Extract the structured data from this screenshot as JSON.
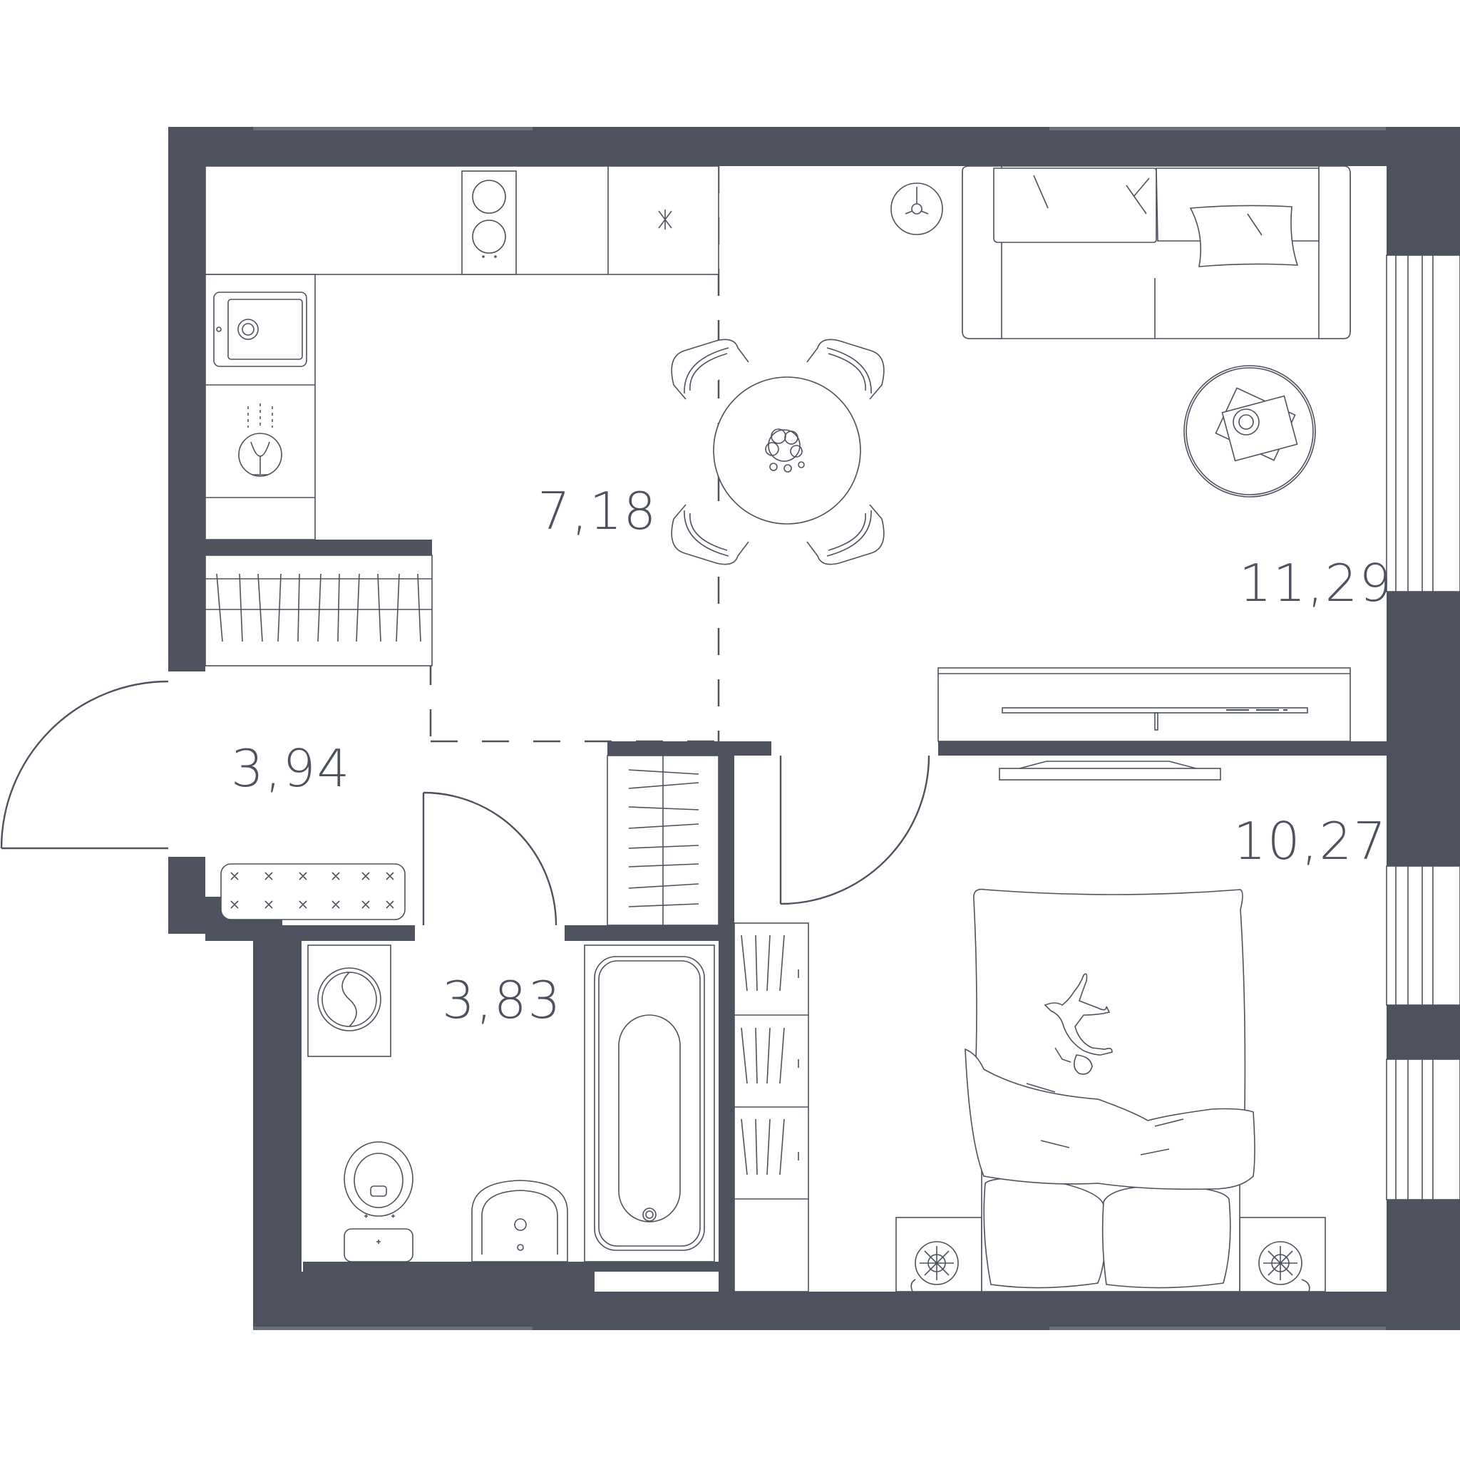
{
  "rooms": [
    {
      "id": "kitchen",
      "area": "7,18"
    },
    {
      "id": "living-room",
      "area": "11,29"
    },
    {
      "id": "hallway",
      "area": "3,94"
    },
    {
      "id": "bathroom",
      "area": "3,83"
    },
    {
      "id": "bedroom",
      "area": "10,27"
    }
  ],
  "colors": {
    "wall": "#4d525e",
    "line": "#4d525e",
    "background": "#ffffff"
  }
}
